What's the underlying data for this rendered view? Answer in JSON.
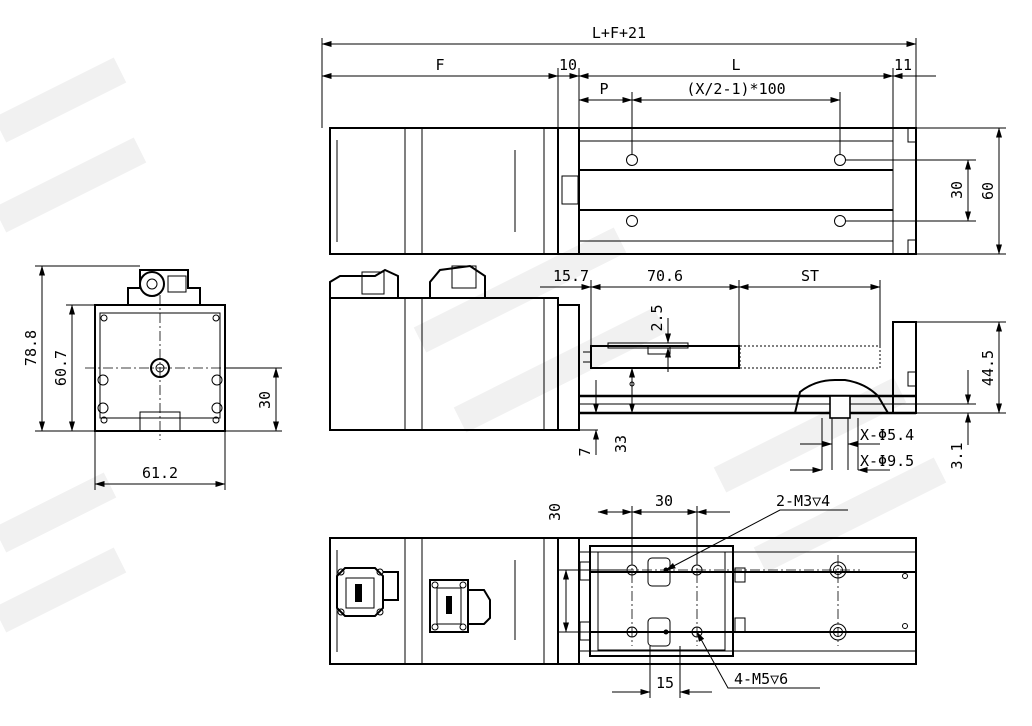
{
  "dimensions": {
    "top_overall": "L+F+21",
    "top_F": "F",
    "top_10": "10",
    "top_L": "L",
    "top_11": "11",
    "top_P": "P",
    "top_pitch": "(X/2-1)*100",
    "top_30": "30",
    "top_60": "60",
    "end_78_8": "78.8",
    "end_60_7": "60.7",
    "end_30": "30",
    "end_61_2": "61.2",
    "side_15_7": "15.7",
    "side_70_6": "70.6",
    "side_ST": "ST",
    "side_2_5": "2.5",
    "side_44_5": "44.5",
    "side_3_1": "3.1",
    "side_7": "7",
    "side_33": "33",
    "side_hole_small": "X-Φ5.4",
    "side_hole_large": "X-Φ9.5",
    "bottom_30_horiz": "30",
    "bottom_30_vert": "30",
    "bottom_15": "15",
    "bottom_m3": "2-M3▽4",
    "bottom_m5": "4-M5▽6"
  },
  "colors": {
    "line": "#000000",
    "background": "#ffffff",
    "watermark": "#f1f1f1"
  }
}
